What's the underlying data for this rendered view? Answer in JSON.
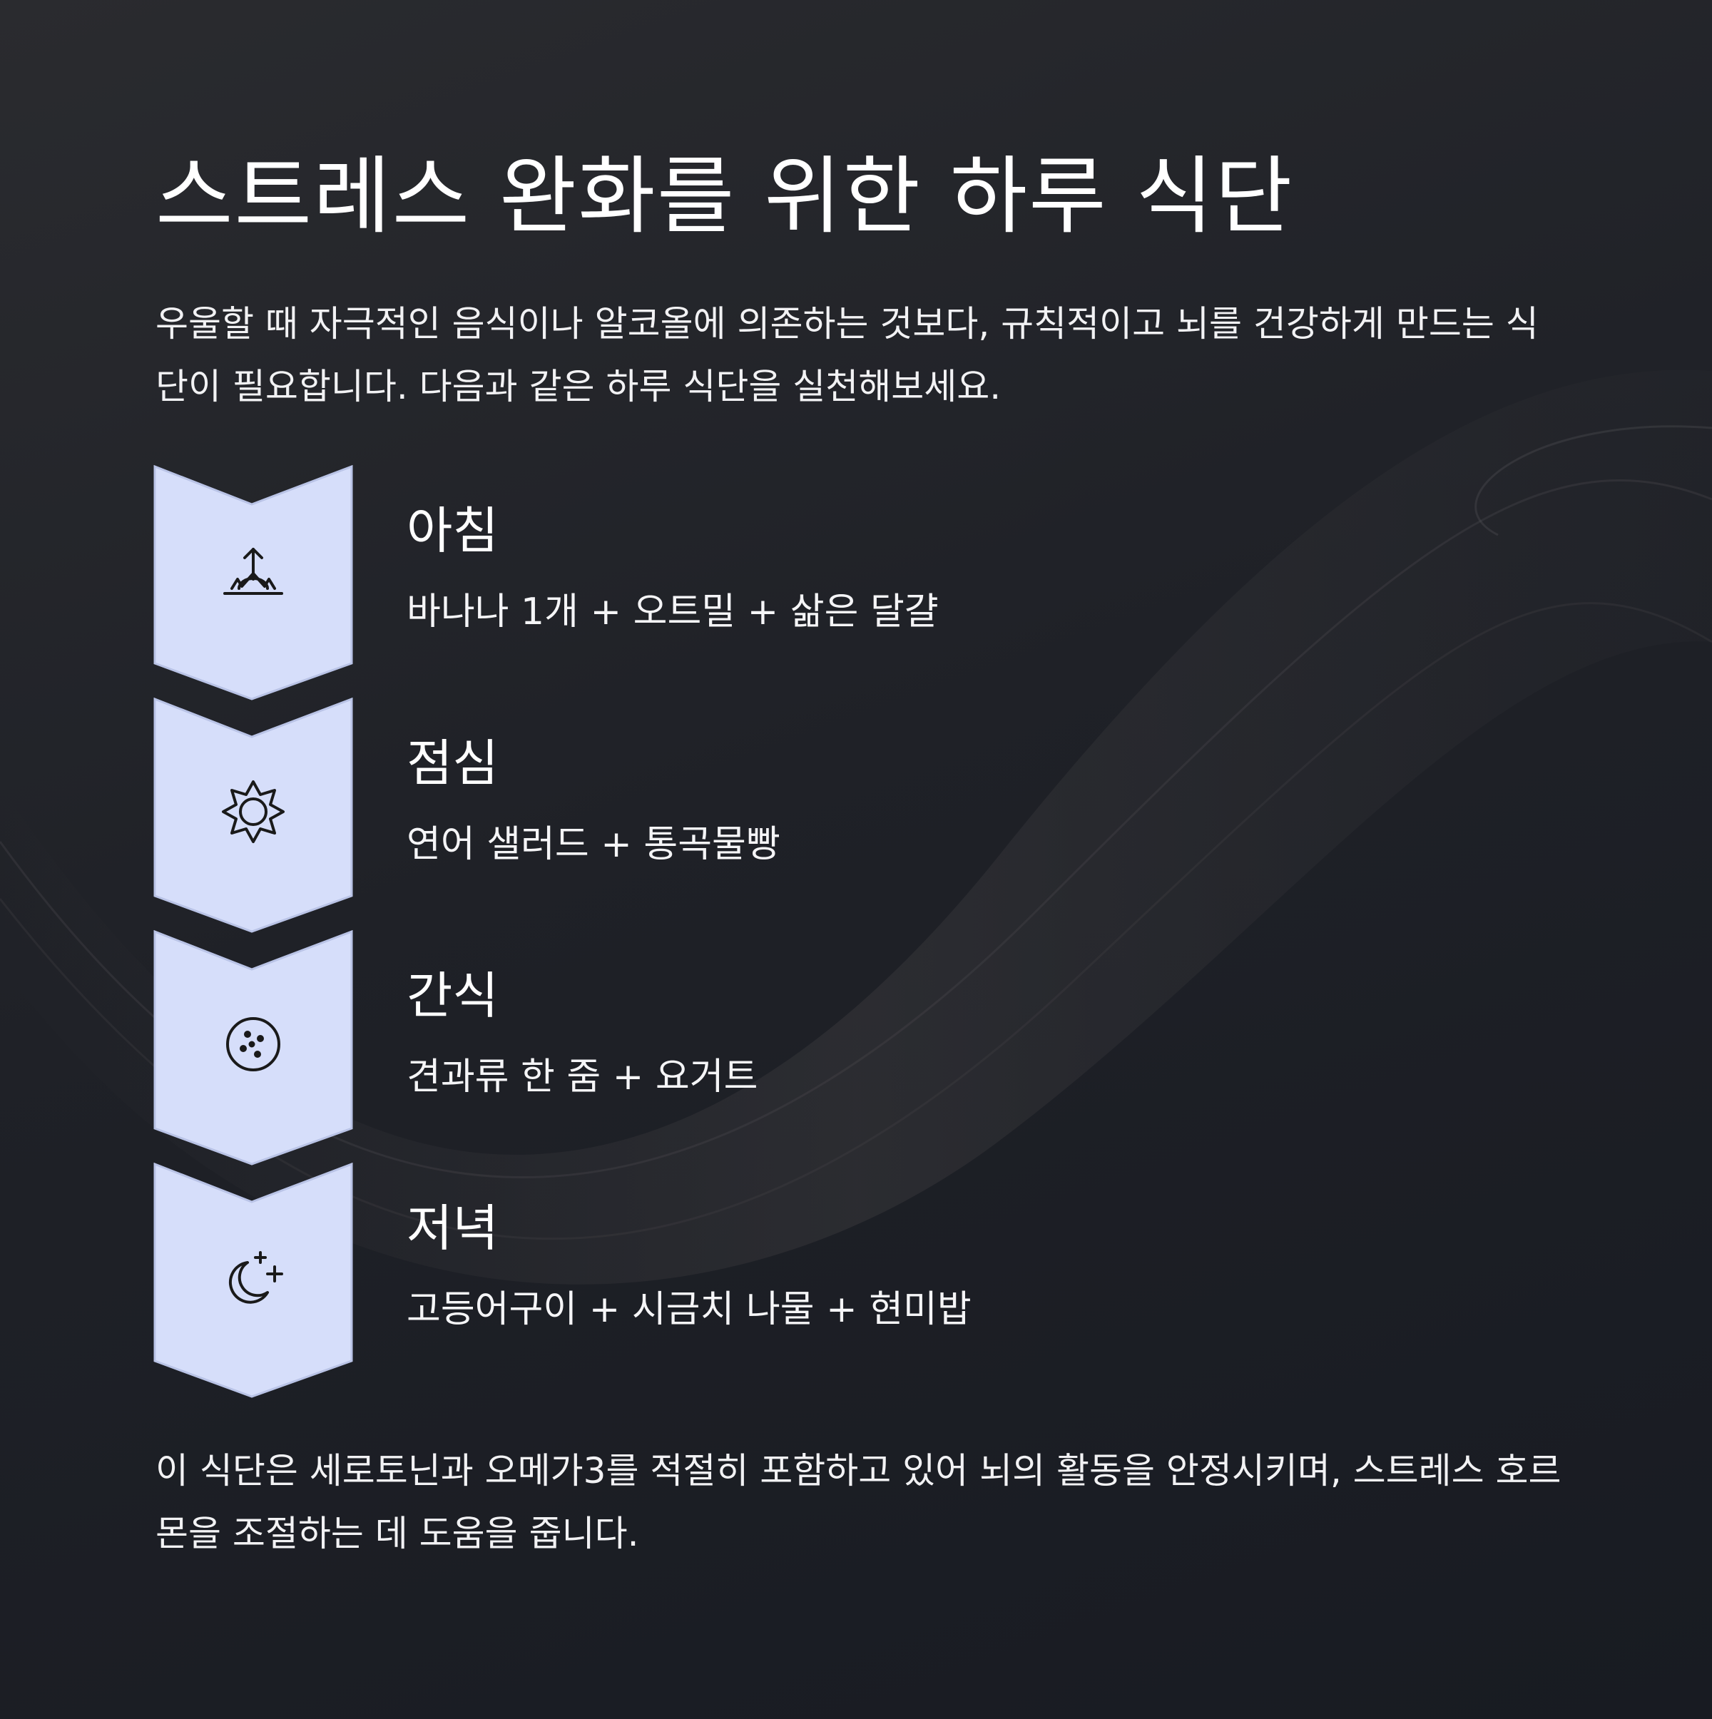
{
  "title": "스트레스 완화를 위한 하루 식단",
  "intro": "우울할 때 자극적인 음식이나 알코올에 의존하는 것보다, 규칙적이고 뇌를 건강하게 만드는 식단이 필요합니다. 다음과 같은 하루 식단을 실천해보세요.",
  "meals": [
    {
      "title": "아침",
      "description": "바나나 1개 + 오트밀 + 삶은 달걀",
      "icon": "sunrise-icon"
    },
    {
      "title": "점심",
      "description": "연어 샐러드 + 통곡물빵",
      "icon": "sun-icon"
    },
    {
      "title": "간식",
      "description": "견과류 한 줌 + 요거트",
      "icon": "cookie-icon"
    },
    {
      "title": "저녁",
      "description": "고등어구이 + 시금치 나물 + 현미밥",
      "icon": "moon-stars-icon"
    }
  ],
  "outro": "이 식단은 세로토닌과 오메가3를 적절히 포함하고 있어 뇌의 활동을 안정시키며, 스트레스 호르몬을 조절하는 데 도움을 줍니다.",
  "colors": {
    "chevron_fill": "#d6defa",
    "chevron_stroke": "#b9c3e6",
    "icon_stroke": "#1a1a1a",
    "text": "#ffffff"
  }
}
